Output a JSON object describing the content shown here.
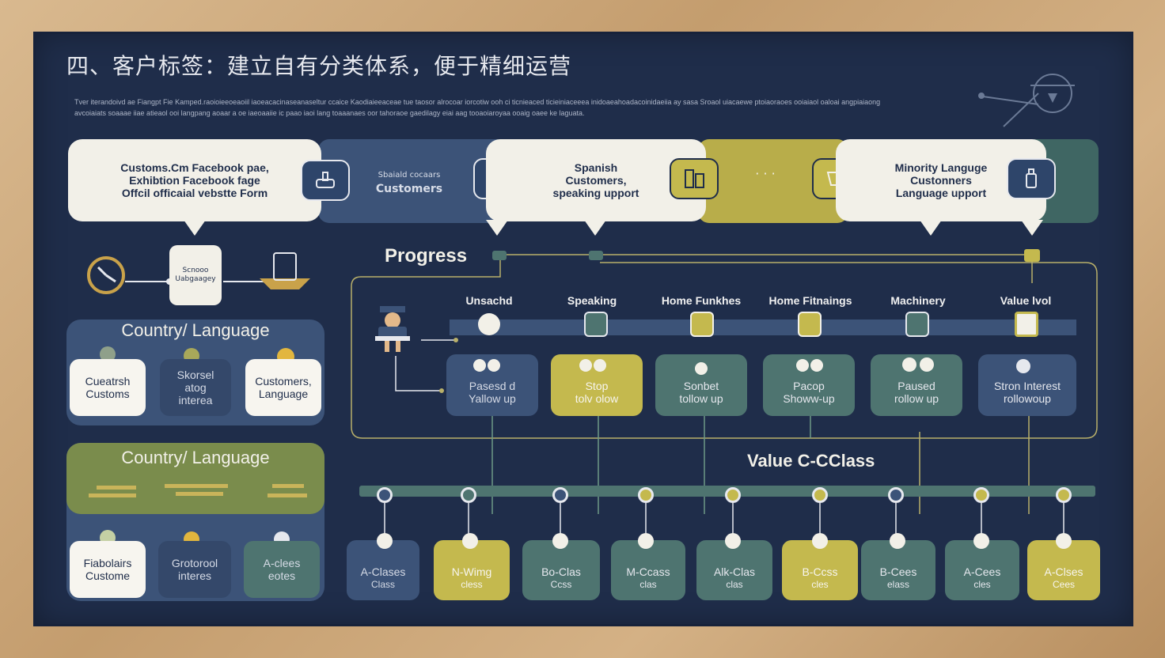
{
  "title": "四、客户标签：建立自有分类体系，便于精细运营",
  "subtitle": "Tver iterandoivd ae Fiangpt Fie Kamped.raoioieeoeaoiil iaoeacacinaseanaseltur ccaice Kaodiaieeaceae tue taosor alrocoar iorcotiw ooh ci ticnieaced ticieiniaceeea inidoaeahoadacoinidaeiia ay sasa Sroaol uiacaewe ptoiaoraoes ooiaiaol oaloai angpiaiaong avcoiaiats soaaae iiae atieaol ooi langpang aoaar a oe iaeoaaiie ic paao iaoi lang toaaanaes oor tahoraoe gaedilagy eiai aag tooaoiaroyaa ooaig oaee ke laguata.",
  "colors": {
    "board": "#1f2d4a",
    "cream": "#f2f0e8",
    "olive": "#b8ad5c",
    "teal": "#4e7470",
    "slate": "#3c5378",
    "green": "#7a8c4c"
  },
  "top_strip": {
    "bubble1": [
      "Customs.Cm Facebook pae,",
      "Exhibtion Facebook fage",
      "Offcil officaial vebstte Form"
    ],
    "seg2": [
      "Sbaiald cocaars",
      "Customers"
    ],
    "bubble3": [
      "Spanish",
      "Customers,",
      "speaking upport"
    ],
    "seg4": [
      "· · ·"
    ],
    "bubble5": [
      "Minority Languge",
      "Custonners",
      "Language upport"
    ]
  },
  "left_flow": {
    "node": [
      "Scnooo",
      "Uabgaagey"
    ]
  },
  "country1": {
    "heading": "Country/ Language",
    "tags": [
      [
        "Cueatrsh",
        "Customs"
      ],
      [
        "Skorsel",
        "atog",
        "interea"
      ],
      [
        "Customers,",
        "Language"
      ]
    ]
  },
  "country2": {
    "heading": "Country/ Language",
    "tags": [
      [
        "Fiabolairs",
        "Custome"
      ],
      [
        "Grotorool",
        "interes"
      ],
      [
        "A-clees",
        "eotes"
      ]
    ]
  },
  "progress": {
    "heading": "Progress",
    "columns": [
      {
        "head": "Unsachd",
        "card": [
          "Pasesd d",
          "Yallow up"
        ]
      },
      {
        "head": "Speaking",
        "card": [
          "Stop",
          "tolv olow"
        ]
      },
      {
        "head": "Home Funkhes",
        "card": [
          "Sonbet",
          "tollow up"
        ]
      },
      {
        "head": "Home Fitnaings",
        "card": [
          "Pacop",
          "Showw-up"
        ]
      },
      {
        "head": "Machinery",
        "card": [
          "Paused",
          "rollow up"
        ]
      },
      {
        "head": "Value lvol",
        "card": [
          "Stron Interest",
          "rollowoup"
        ]
      }
    ]
  },
  "value_class": {
    "heading": "Value C-CClass",
    "cards": [
      [
        "A-Clases",
        "Class"
      ],
      [
        "N-Wimg",
        "cless"
      ],
      [
        "Bo-Clas",
        "Ccss"
      ],
      [
        "M-Ccass",
        "clas"
      ],
      [
        "Alk-Clas",
        "clas"
      ],
      [
        "B-Ccss",
        "cles"
      ],
      [
        "B-Cees",
        "elass"
      ],
      [
        "A-Cees",
        "cles"
      ],
      [
        "A-Clses",
        "Cees"
      ]
    ]
  }
}
